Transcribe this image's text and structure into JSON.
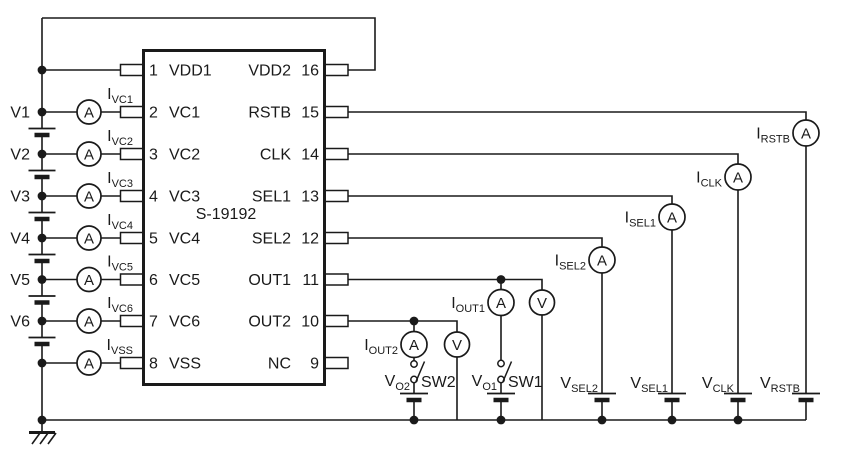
{
  "colors": {
    "line": "#1a1a1a",
    "bg": "#ffffff"
  },
  "ic": {
    "part_number": "S-19192",
    "left_pins": [
      {
        "num": "1",
        "name": "VDD1"
      },
      {
        "num": "2",
        "name": "VC1"
      },
      {
        "num": "3",
        "name": "VC2"
      },
      {
        "num": "4",
        "name": "VC3"
      },
      {
        "num": "5",
        "name": "VC4"
      },
      {
        "num": "6",
        "name": "VC5"
      },
      {
        "num": "7",
        "name": "VC6"
      },
      {
        "num": "8",
        "name": "VSS"
      }
    ],
    "right_pins": [
      {
        "num": "16",
        "name": "VDD2"
      },
      {
        "num": "15",
        "name": "RSTB"
      },
      {
        "num": "14",
        "name": "CLK"
      },
      {
        "num": "13",
        "name": "SEL1"
      },
      {
        "num": "12",
        "name": "SEL2"
      },
      {
        "num": "11",
        "name": "OUT1"
      },
      {
        "num": "10",
        "name": "OUT2"
      },
      {
        "num": "9",
        "name": "NC"
      }
    ]
  },
  "stack": {
    "cells": [
      "V1",
      "V2",
      "V3",
      "V4",
      "V5",
      "V6"
    ],
    "ammeters": [
      {
        "main": "I",
        "sub": "VC1"
      },
      {
        "main": "I",
        "sub": "VC2"
      },
      {
        "main": "I",
        "sub": "VC3"
      },
      {
        "main": "I",
        "sub": "VC4"
      },
      {
        "main": "I",
        "sub": "VC5"
      },
      {
        "main": "I",
        "sub": "VC6"
      },
      {
        "main": "I",
        "sub": "VSS"
      }
    ]
  },
  "meter": {
    "a": "A",
    "v": "V"
  },
  "signals": [
    {
      "i_main": "I",
      "i_sub": "RSTB",
      "v_main": "V",
      "v_sub": "RSTB"
    },
    {
      "i_main": "I",
      "i_sub": "CLK",
      "v_main": "V",
      "v_sub": "CLK"
    },
    {
      "i_main": "I",
      "i_sub": "SEL1",
      "v_main": "V",
      "v_sub": "SEL1"
    },
    {
      "i_main": "I",
      "i_sub": "SEL2",
      "v_main": "V",
      "v_sub": "SEL2"
    }
  ],
  "outputs": [
    {
      "i_main": "I",
      "i_sub": "OUT1",
      "v_main": "V",
      "v_sub": "O1",
      "sw": "SW1"
    },
    {
      "i_main": "I",
      "i_sub": "OUT2",
      "v_main": "V",
      "v_sub": "O2",
      "sw": "SW2"
    }
  ]
}
